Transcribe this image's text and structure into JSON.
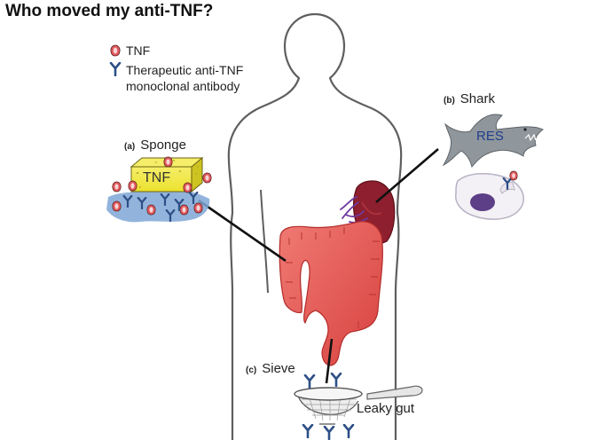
{
  "title": "Who moved my anti-TNF?",
  "legend": {
    "tnf": "TNF",
    "antibody_line1": "Therapeutic anti-TNF",
    "antibody_line2": "monoclonal antibody"
  },
  "panels": {
    "sponge": {
      "letter": "(a)",
      "name": "Sponge",
      "block_label": "TNF"
    },
    "shark": {
      "letter": "(b)",
      "name": "Shark",
      "body_label": "RES"
    },
    "sieve": {
      "letter": "(c)",
      "name": "Sieve",
      "note": "Leaky gut"
    }
  },
  "colors": {
    "tnf_fill": "#e05a5e",
    "antibody": "#2d4f86",
    "sponge": "#f0e437",
    "water": "#7fa7d6",
    "colon": "#e35c57",
    "liver": "#8e1f2e",
    "shark": "#8f969c",
    "outline": "#666666"
  }
}
